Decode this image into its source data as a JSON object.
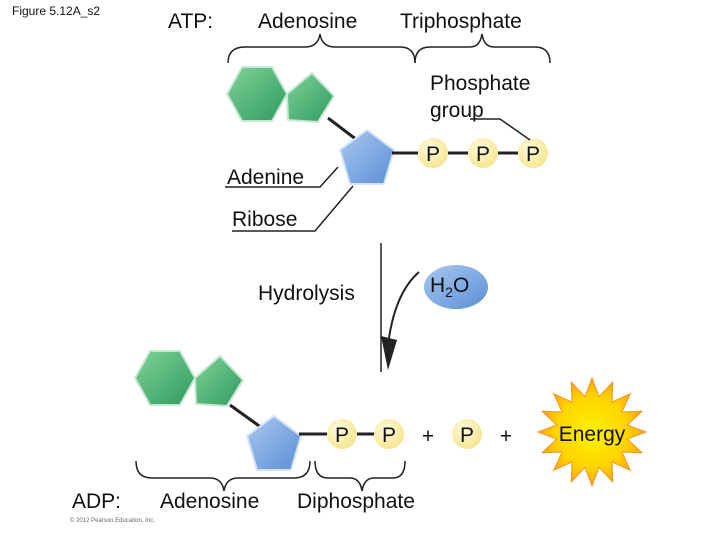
{
  "figure_label": "Figure 5.12A_s2",
  "atp": {
    "prefix": "ATP:",
    "adenosine": "Adenosine",
    "triphosphate": "Triphosphate",
    "phosphate_group_line1": "Phosphate",
    "phosphate_group_line2": "group",
    "adenine": "Adenine",
    "ribose": "Ribose",
    "phosphates": [
      "P",
      "P",
      "P"
    ]
  },
  "reaction": {
    "hydrolysis": "Hydrolysis",
    "water_main": "H",
    "water_sub": "2",
    "water_end": "O"
  },
  "adp": {
    "prefix": "ADP:",
    "adenosine": "Adenosine",
    "diphosphate": "Diphosphate",
    "phosphates": [
      "P",
      "P"
    ],
    "free_phosphate": "P",
    "plus": "+",
    "energy": "Energy"
  },
  "copyright": "© 2012 Pearson Education, Inc.",
  "colors": {
    "adenine_green": "#3daa6a",
    "ribose_blue": "#6f9fdc",
    "phosphate_yellow": "#fbf0b0",
    "energy_yellow": "#fff200",
    "energy_orange": "#f7941d"
  }
}
